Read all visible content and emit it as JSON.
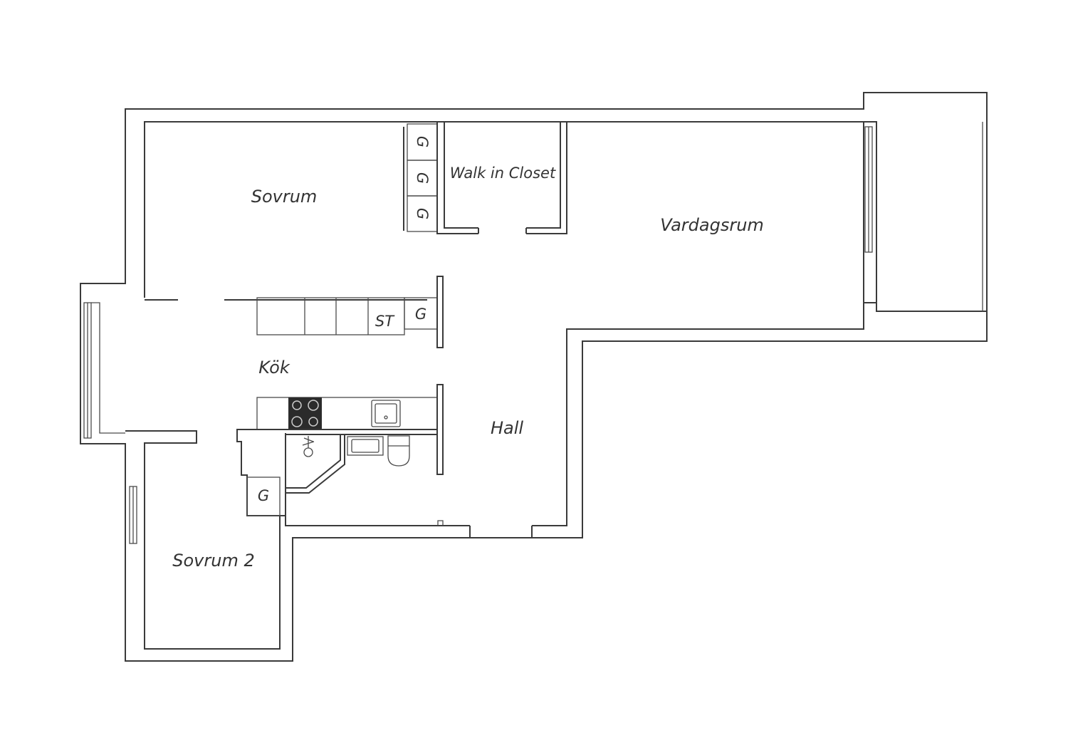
{
  "rooms": {
    "sovrum": "Sovrum",
    "walk_in_closet": "Walk in Closet",
    "vardagsrum": "Vardagsrum",
    "kok": "Kök",
    "hall": "Hall",
    "sovrum2": "Sovrum 2"
  },
  "marks": {
    "garderob": "G",
    "stadskap": "ST"
  },
  "colors": {
    "wall": "#3a3a3a",
    "text": "#333333",
    "stove": "#2b2b2b"
  }
}
